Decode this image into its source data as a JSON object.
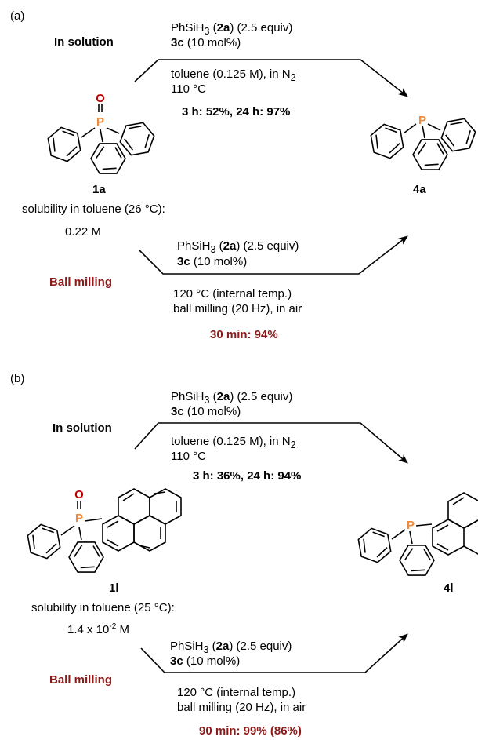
{
  "panels": [
    {
      "label": "(a)",
      "solution_label": "In solution",
      "ball_label": "Ball milling",
      "sol": {
        "reagent_main": "PhSiH",
        "reagent_sub": "3",
        "reagent_open": " (",
        "reagent_bold": "2a",
        "reagent_rest": ") (2.5 equiv)",
        "cat_bold": "3c",
        "cat_rest": " (10 mol%)",
        "cond1_main": "toluene (0.125 M), in N",
        "cond1_sub": "2",
        "cond2": "110 °C",
        "result": "3 h: 52%, 24 h: 97%"
      },
      "ball": {
        "reagent_main": "PhSiH",
        "reagent_sub": "3",
        "reagent_open": " (",
        "reagent_bold": "2a",
        "reagent_rest": ") (2.5 equiv)",
        "cat_bold": "3c",
        "cat_rest": " (10 mol%)",
        "cond1": "120 °C (internal temp.)",
        "cond2": "ball milling (20 Hz), in air",
        "result": "30 min: 94%"
      },
      "start": {
        "id": "1a",
        "atom_o": "O",
        "atom_p": "P"
      },
      "product": {
        "id": "4a",
        "atom_p": "P"
      },
      "sol_line1": "solubility in toluene (26 °C):",
      "sol_line2": "0.22 M",
      "sol_line2_sup": ""
    },
    {
      "label": "(b)",
      "solution_label": "In solution",
      "ball_label": "Ball milling",
      "sol": {
        "reagent_main": "PhSiH",
        "reagent_sub": "3",
        "reagent_open": " (",
        "reagent_bold": "2a",
        "reagent_rest": ") (2.5 equiv)",
        "cat_bold": "3c",
        "cat_rest": " (10 mol%)",
        "cond1_main": "toluene (0.125 M), in N",
        "cond1_sub": "2",
        "cond2": "110 °C",
        "result": "3 h: 36%, 24 h: 94%"
      },
      "ball": {
        "reagent_main": "PhSiH",
        "reagent_sub": "3",
        "reagent_open": " (",
        "reagent_bold": "2a",
        "reagent_rest": ") (2.5 equiv)",
        "cat_bold": "3c",
        "cat_rest": " (10 mol%)",
        "cond1": "120 °C (internal temp.)",
        "cond2": "ball milling (20 Hz), in air",
        "result": "90 min: 99% (86%)"
      },
      "start": {
        "id": "1l",
        "atom_o": "O",
        "atom_p": "P"
      },
      "product": {
        "id": "4l",
        "atom_p": "P"
      },
      "sol_line1": "solubility in toluene (25 °C):",
      "sol_line2": "1.4 x 10",
      "sol_line2_sup": "-2",
      "sol_line2_unit": " M"
    }
  ],
  "colors": {
    "accent": "#8B1A1A",
    "phosphorus": "#F08A3C",
    "oxygen": "#C00000"
  }
}
